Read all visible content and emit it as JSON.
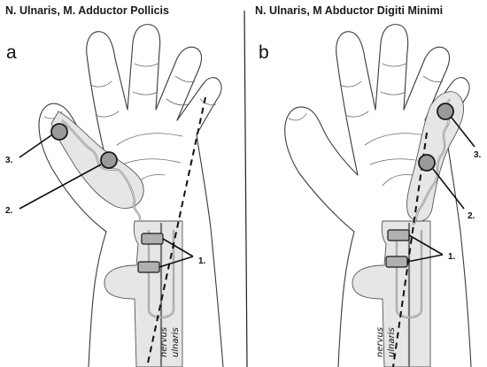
{
  "panel_a": {
    "title": "N. Ulnaris, M. Adductor Pollicis",
    "letter": "a",
    "labels": {
      "one": "1.",
      "two": "2.",
      "three": "3."
    },
    "nerve_line1": "nervus",
    "nerve_line2": "ulnaris"
  },
  "panel_b": {
    "title": "N. Ulnaris, M Abductor Digiti Minimi",
    "letter": "b",
    "labels": {
      "one": "1.",
      "two": "2.",
      "three": "3."
    },
    "nerve_line1": "nervus",
    "nerve_line2": "ulnaris"
  }
}
